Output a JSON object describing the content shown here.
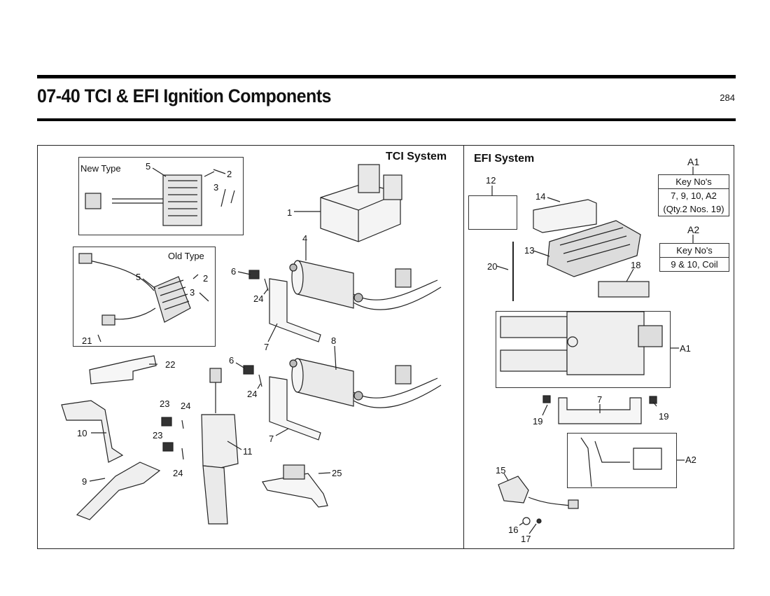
{
  "header": {
    "title": "07-40 TCI & EFI Ignition Components",
    "page_number": "284"
  },
  "tci": {
    "title": "TCI System",
    "new_type_label": "New Type",
    "old_type_label": "Old Type"
  },
  "efi": {
    "title": "EFI System",
    "keys": [
      {
        "name": "A1",
        "header": "Key No's",
        "lines": [
          "7, 9, 10, A2",
          "(Qty.2 Nos. 19)"
        ]
      },
      {
        "name": "A2",
        "header": "Key No's",
        "lines": [
          "9 & 10, Coil"
        ]
      }
    ]
  },
  "callouts": {
    "n1": "1",
    "n2a": "2",
    "n2b": "2",
    "n3a": "3",
    "n3b": "3",
    "n4": "4",
    "n5a": "5",
    "n5b": "5",
    "n6a": "6",
    "n6b": "6",
    "n7a": "7",
    "n7b": "7",
    "n7c": "7",
    "n8": "8",
    "n9": "9",
    "n10": "10",
    "n11": "11",
    "n12": "12",
    "n13": "13",
    "n14": "14",
    "n15": "15",
    "n16": "16",
    "n17": "17",
    "n18": "18",
    "n19a": "19",
    "n19b": "19",
    "n20": "20",
    "n21": "21",
    "n22": "22",
    "n23a": "23",
    "n23b": "23",
    "n24a": "24",
    "n24b": "24",
    "n24c": "24",
    "n24d": "24",
    "n25": "25",
    "a1": "A1",
    "a2": "A2"
  }
}
